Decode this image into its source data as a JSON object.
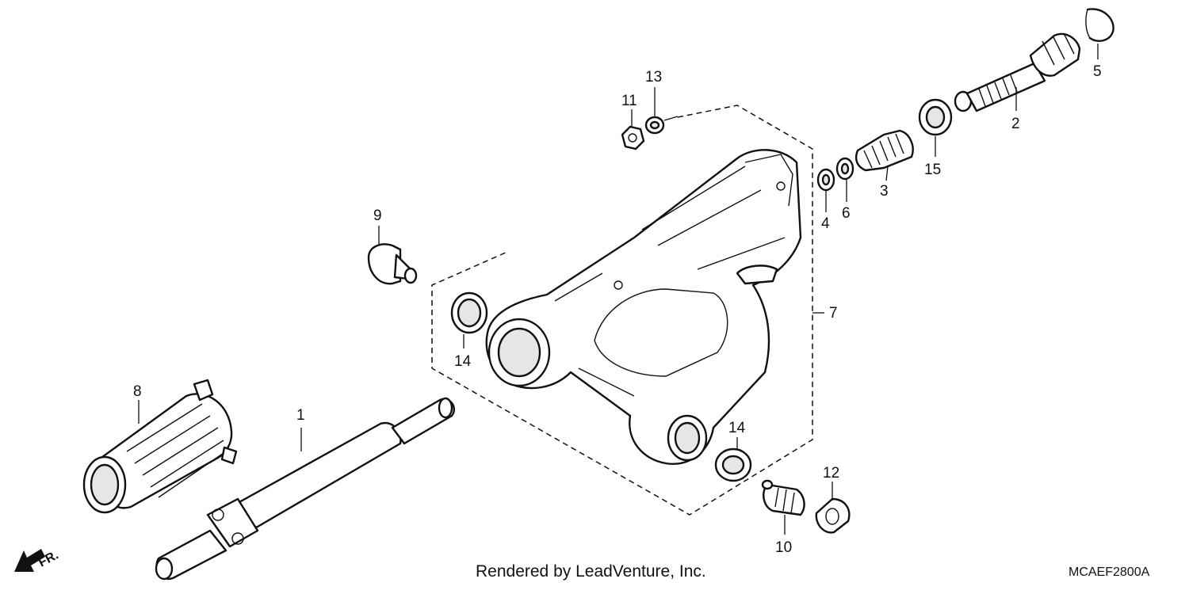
{
  "callouts": {
    "c1": "1",
    "c2": "2",
    "c3": "3",
    "c4": "4",
    "c5": "5",
    "c6": "6",
    "c7": "7",
    "c8": "8",
    "c9": "9",
    "c10": "10",
    "c11": "11",
    "c12": "12",
    "c13": "13",
    "c14a": "14",
    "c14b": "14",
    "c15": "15"
  },
  "front_indicator": "FR.",
  "footer": {
    "credit": "Rendered by LeadVenture, Inc.",
    "code": "MCAEF2800A"
  }
}
